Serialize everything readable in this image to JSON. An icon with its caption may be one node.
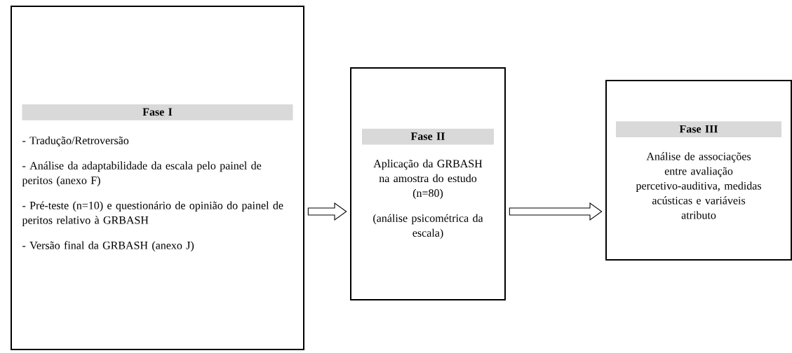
{
  "diagram": {
    "nodes": [
      {
        "text": [
          "Fase I",
          "- Tradução/Retroversão",
          "- Análise da adaptabilidade da escala pelo painel de peritos (anexo F)",
          "- Pré-teste (n=10) e questionário de opinião do painel de peritos relativo à GRBASH",
          "- Versão final da GRBASH (anexo J)"
        ]
      },
      {
        "text": [
          "Fase II",
          "Aplicação da GRBASH na amostra do estudo (n=80)",
          "(análise psicométrica da escala)"
        ]
      },
      {
        "text": [
          "Fase III",
          "Análise de associações entre avaliação percetivo-auditiva, medidas acústicas e variáveis atributo"
        ]
      }
    ],
    "edges": [
      {
        "from": 0,
        "to": 1,
        "arrow": "to"
      },
      {
        "from": 1,
        "to": 2,
        "arrow": "to"
      }
    ]
  }
}
